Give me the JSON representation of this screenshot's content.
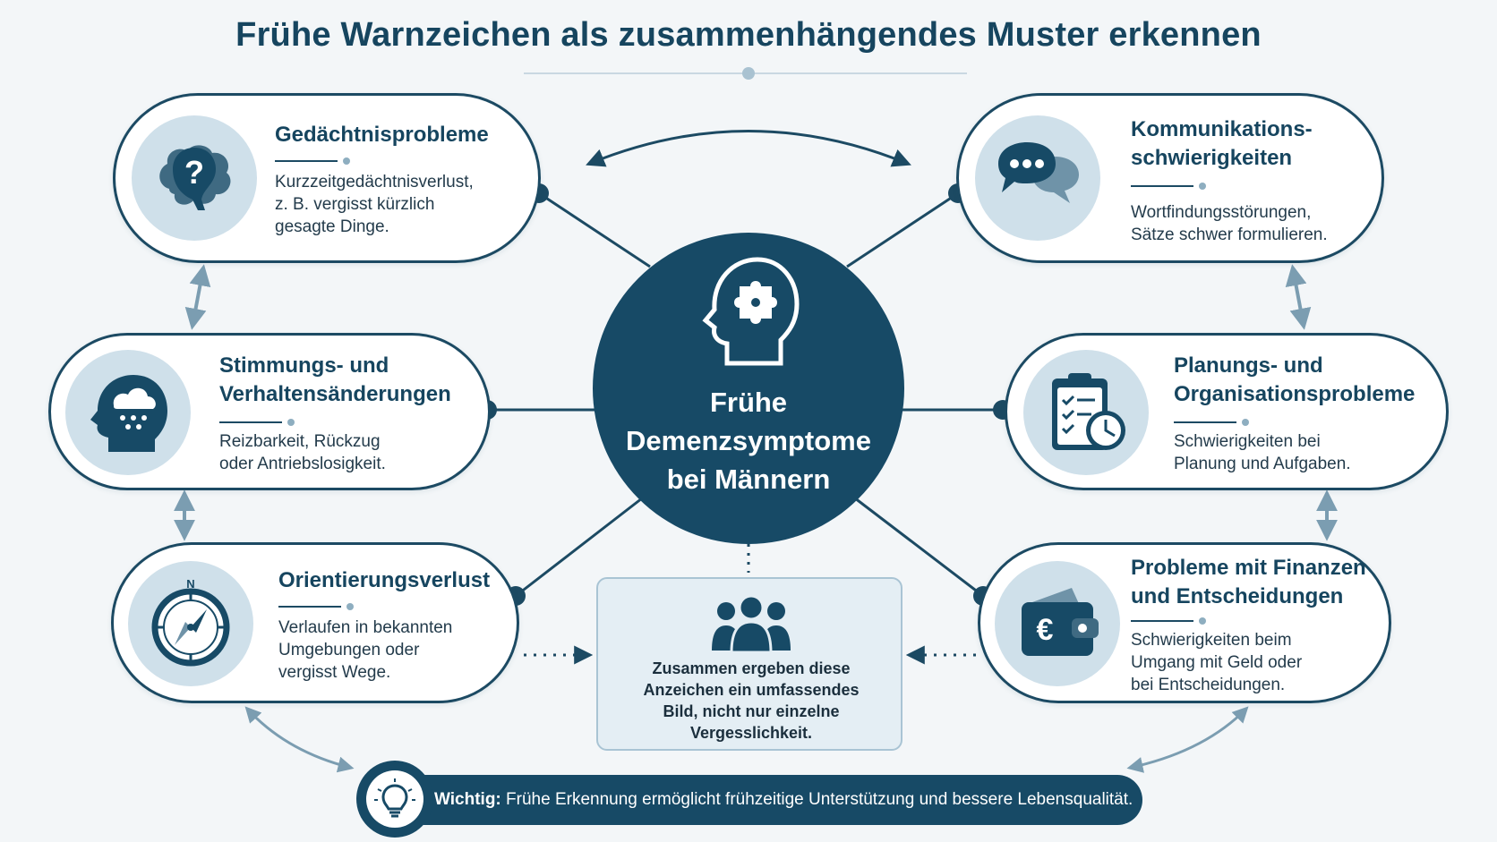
{
  "title": "Frühe Warnzeichen als zusammenhängendes Muster erkennen",
  "center": {
    "line1": "Frühe",
    "line2": "Demenzsymptome",
    "line3": "bei Männern"
  },
  "cards": {
    "memory": {
      "heading": [
        "Gedächtnisprobleme"
      ],
      "text": [
        "Kurzzeitgedächtnisverlust,",
        "z. B. vergisst kürzlich",
        "gesagte Dinge."
      ],
      "icon": "brain-question-icon"
    },
    "communication": {
      "heading": [
        "Kommunikations-",
        "schwierigkeiten"
      ],
      "text": [
        "Wortfindungsstörungen,",
        "Sätze schwer formulieren."
      ],
      "icon": "speech-bubbles-icon"
    },
    "mood": {
      "heading": [
        "Stimmungs- und",
        "Verhaltensänderungen"
      ],
      "text": [
        "Reizbarkeit, Rückzug",
        "oder Antriebslosigkeit."
      ],
      "icon": "head-raincloud-icon"
    },
    "planning": {
      "heading": [
        "Planungs- und",
        "Organisationsprobleme"
      ],
      "text": [
        "Schwierigkeiten bei",
        "Planung und Aufgaben."
      ],
      "icon": "clipboard-clock-icon"
    },
    "orientation": {
      "heading": [
        "Orientierungsverlust"
      ],
      "text": [
        "Verlaufen in bekannten",
        "Umgebungen oder",
        "vergisst Wege."
      ],
      "icon": "compass-icon",
      "compass_letter": "N"
    },
    "finance": {
      "heading": [
        "Probleme mit Finanzen",
        "und Entscheidungen"
      ],
      "text": [
        "Schwierigkeiten beim",
        "Umgang mit Geld oder",
        "bei Entscheidungen."
      ],
      "icon": "wallet-euro-icon",
      "currency_symbol": "€"
    }
  },
  "summary": {
    "icon": "people-group-icon",
    "lines": [
      "Zusammen ergeben diese",
      "Anzeichen ein umfassendes",
      "Bild, nicht nur einzelne",
      "Vergesslichkeit."
    ]
  },
  "banner": {
    "icon": "lightbulb-icon",
    "label": "Wichtig:",
    "text": " Frühe Erkennung ermöglicht frühzeitige Unterstützung und bessere Lebensqualität."
  },
  "colors": {
    "primary": "#174a66",
    "badge": "#cfe0ea",
    "accent": "#8eaec0",
    "background": "#f3f6f8"
  }
}
